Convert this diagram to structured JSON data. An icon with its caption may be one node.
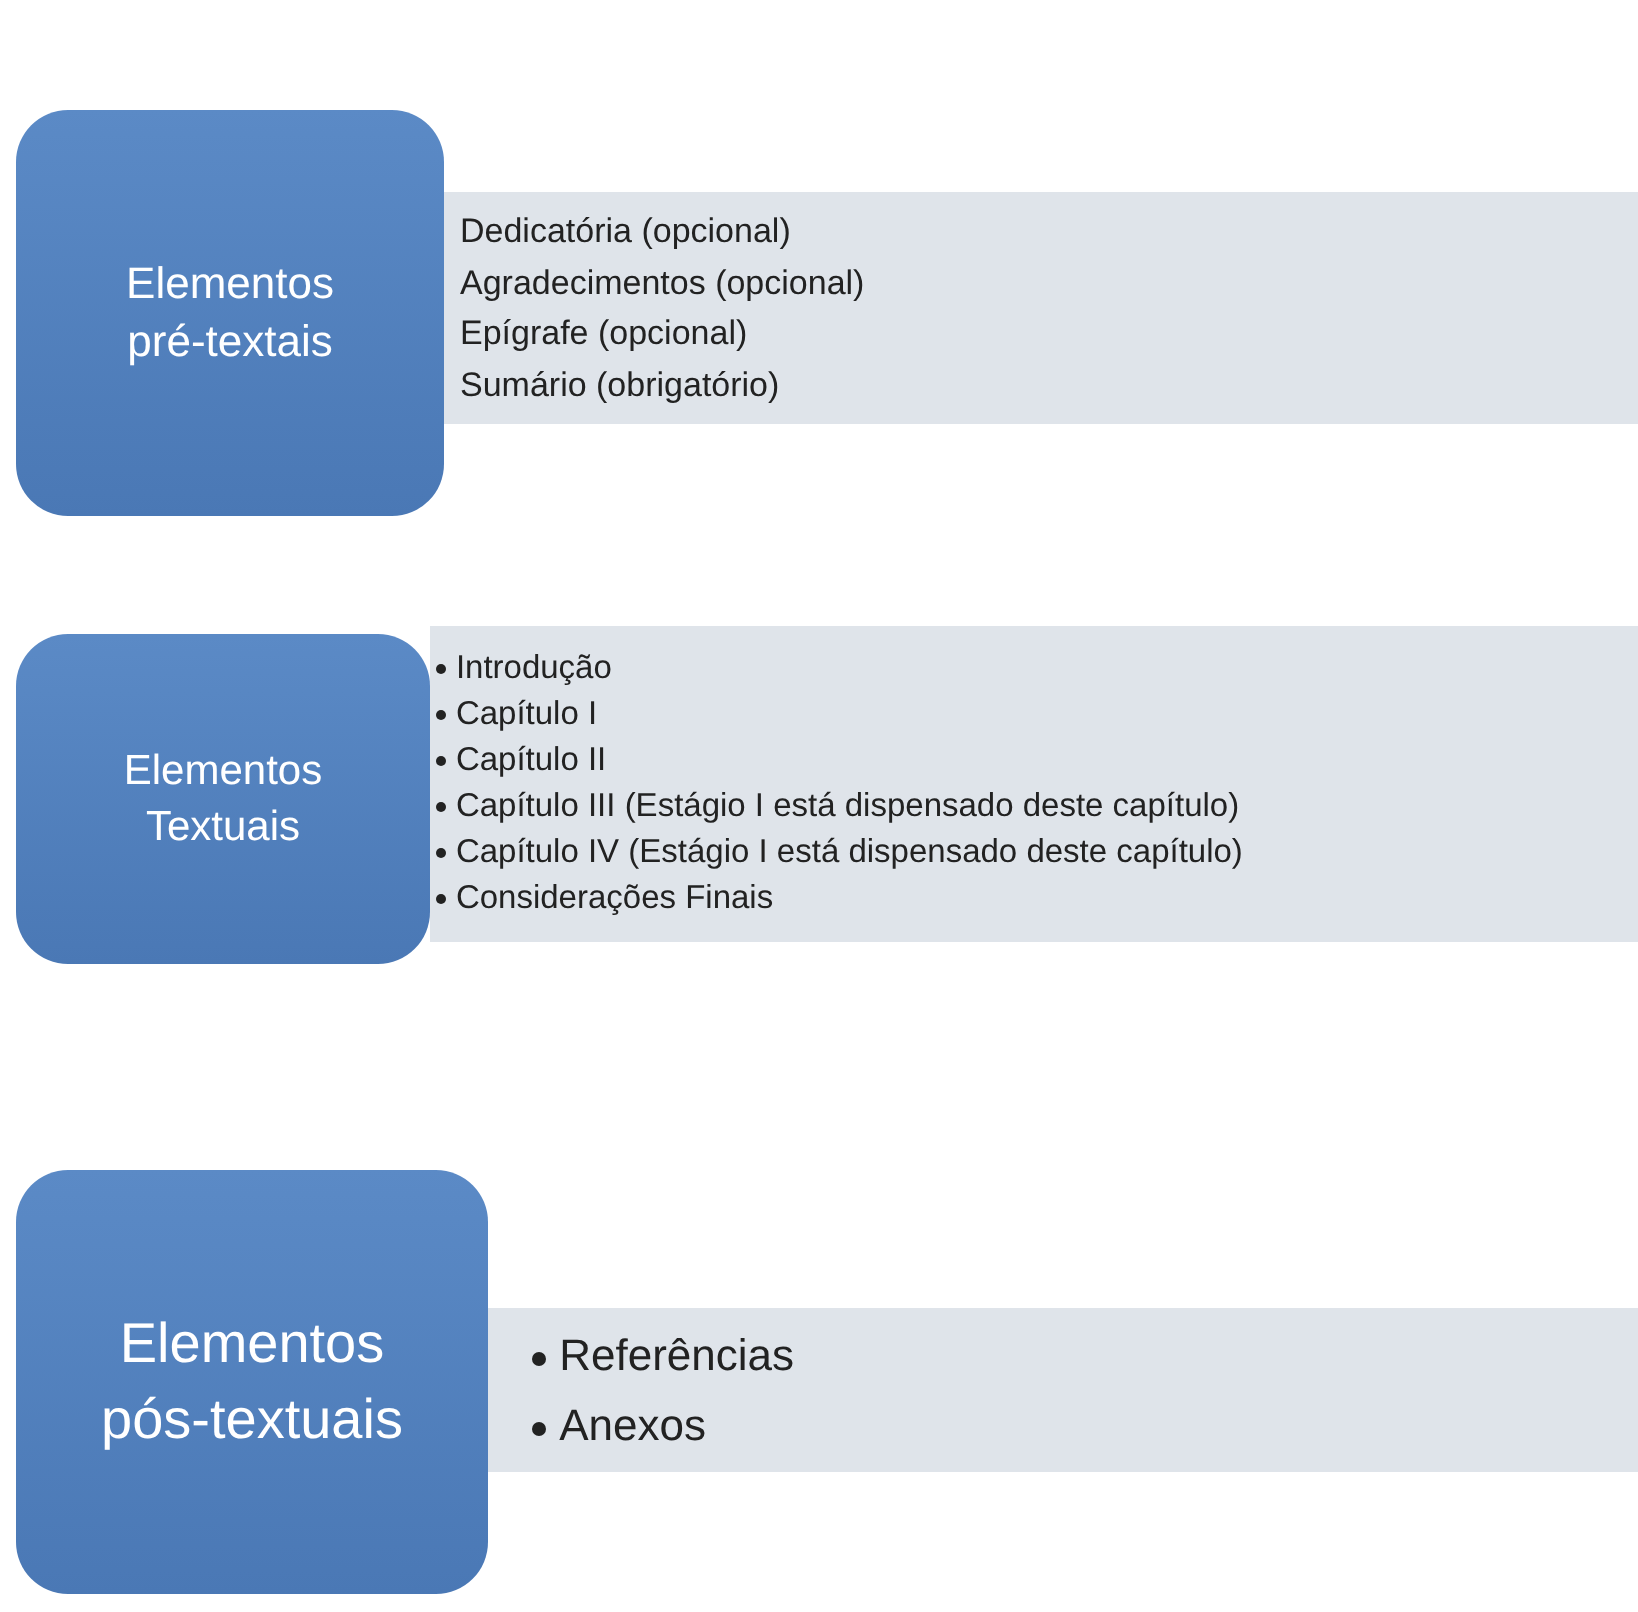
{
  "diagram": {
    "nodes": [
      {
        "text": [
          "Elementos pré-textais"
        ]
      },
      {
        "text": [
          "Dedicatória (opcional)",
          "Agradecimentos (opcional)",
          "Epígrafe (opcional)",
          "Sumário (obrigatório)"
        ]
      },
      {
        "text": [
          "Elementos Textuais"
        ]
      },
      {
        "text": [
          "Introdução",
          "Capítulo I",
          "Capítulo II",
          "Capítulo III (Estágio I está dispensado deste capítulo)",
          "Capítulo IV (Estágio I está dispensado deste capítulo)",
          "Considerações Finais"
        ]
      },
      {
        "text": [
          "Elementos pós-textuais"
        ]
      },
      {
        "text": [
          "Referências",
          "Anexos"
        ]
      }
    ]
  }
}
